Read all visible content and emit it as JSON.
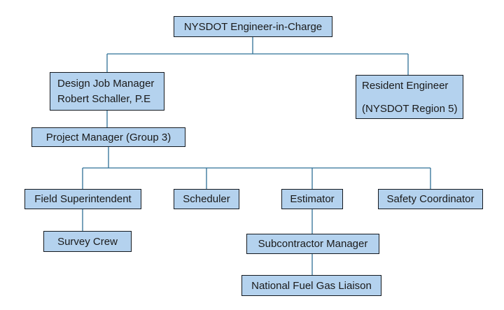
{
  "colors": {
    "box_fill": "#b4d2ee",
    "box_border": "#14191f",
    "connector_line": "#2f7096",
    "text": "#1a1a1a"
  },
  "nodes": {
    "nysdot_eic": {
      "label": "NYSDOT Engineer-in-Charge"
    },
    "design_job_manager": {
      "line1": "Design Job Manager",
      "line2": "Robert Schaller, P.E"
    },
    "resident_engineer": {
      "line1": "Resident Engineer",
      "line2": "(NYSDOT Region 5)"
    },
    "project_manager": {
      "label": "Project Manager (Group 3)"
    },
    "field_superintendent": {
      "label": "Field Superintendent"
    },
    "scheduler": {
      "label": "Scheduler"
    },
    "estimator": {
      "label": "Estimator"
    },
    "safety_coordinator": {
      "label": "Safety Coordinator"
    },
    "survey_crew": {
      "label": "Survey Crew"
    },
    "subcontractor_manager": {
      "label": "Subcontractor Manager"
    },
    "national_fuel_gas_liaison": {
      "label": "National Fuel Gas Liaison"
    }
  },
  "edges": [
    [
      "nysdot_eic",
      "design_job_manager"
    ],
    [
      "nysdot_eic",
      "resident_engineer"
    ],
    [
      "design_job_manager",
      "project_manager"
    ],
    [
      "project_manager",
      "field_superintendent"
    ],
    [
      "project_manager",
      "scheduler"
    ],
    [
      "project_manager",
      "estimator"
    ],
    [
      "project_manager",
      "safety_coordinator"
    ],
    [
      "field_superintendent",
      "survey_crew"
    ],
    [
      "estimator",
      "subcontractor_manager"
    ],
    [
      "subcontractor_manager",
      "national_fuel_gas_liaison"
    ]
  ]
}
